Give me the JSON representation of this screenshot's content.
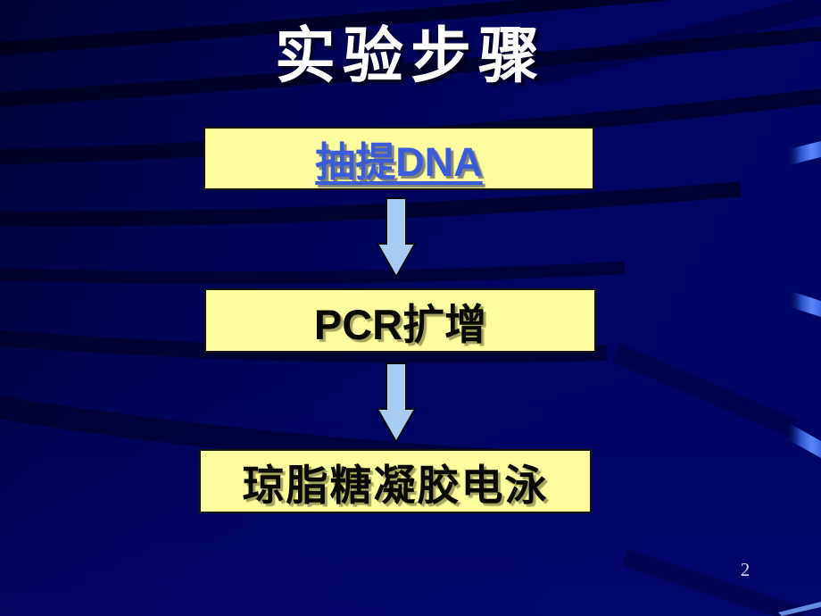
{
  "slide": {
    "title": "实验步骤",
    "page_number": "2",
    "steps": [
      {
        "label": "抽提DNA",
        "style": "hyperlink"
      },
      {
        "label": "PCR扩增",
        "style": "plain"
      },
      {
        "label": "琼脂糖凝胶电泳",
        "style": "plain"
      }
    ],
    "colors": {
      "background_navy": "#000560",
      "box_fill": "#FCFC9E",
      "box_border": "#15150A",
      "link_text": "#3A5CD8",
      "body_text": "#0A0A05",
      "title_text": "#FFFFFF",
      "arrow_fill": "#A8CBF2",
      "ribbon_accent": "#4D79F0"
    }
  }
}
